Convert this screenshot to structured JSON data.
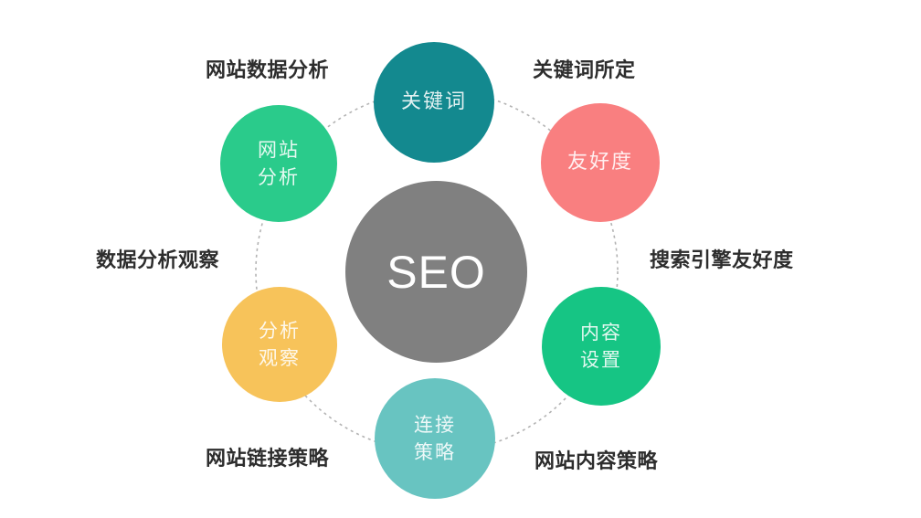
{
  "center": {
    "label": "SEO",
    "color": "#808080"
  },
  "ring_color": "#b3b3b3",
  "nodes": [
    {
      "name": "keywords",
      "line1": "关键词",
      "line2": "",
      "color": "#13898F",
      "outer_label": "关键词所定"
    },
    {
      "name": "friendliness",
      "line1": "友好度",
      "line2": "",
      "color": "#F97F80",
      "outer_label": "搜索引擎友好度"
    },
    {
      "name": "content-setup",
      "line1": "内容",
      "line2": "设置",
      "color": "#16C584",
      "outer_label": "网站内容策略"
    },
    {
      "name": "link-strategy",
      "line1": "连接",
      "line2": "策略",
      "color": "#68C4C1",
      "outer_label": "网站链接策略"
    },
    {
      "name": "analysis-observation",
      "line1": "分析",
      "line2": "观察",
      "color": "#F7C35A",
      "outer_label": "数据分析观察"
    },
    {
      "name": "site-analysis",
      "line1": "网站",
      "line2": "分析",
      "color": "#2ACB8B",
      "outer_label": "网站数据分析"
    }
  ]
}
